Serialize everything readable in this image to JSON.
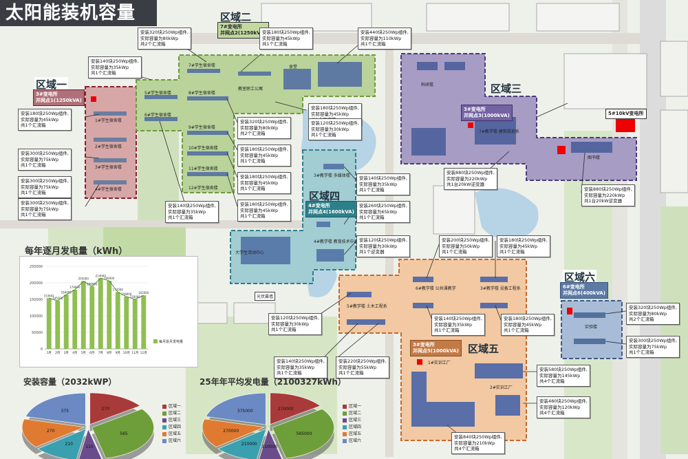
{
  "title": "太阳能装机容量",
  "zones": {
    "z1": "区域一",
    "z2": "区域二",
    "z3": "区域三",
    "z4": "区域四",
    "z5": "区域五",
    "z6": "区域六"
  },
  "substations": {
    "s1": [
      "3#变电所",
      "并网点1(1250kVA)"
    ],
    "s2": [
      "7#变电所",
      "并网点2(1250kVA)"
    ],
    "s3": [
      "3#变电所",
      "并网点3(1000kVA)"
    ],
    "s4": [
      "4#变电所",
      "并网点4(1600kVA)"
    ],
    "s5": [
      "3#变电所",
      "并网点5(1000kVA)"
    ],
    "s6": [
      "6#变电所",
      "并网点6(400kVA)"
    ],
    "s7": "5#10kV变电所"
  },
  "callouts": {
    "c1": [
      "安装140块250Wp组件,",
      "实际容量为35kWp",
      "共1个汇流箱"
    ],
    "c2": [
      "安装320块250Wp组件,",
      "实际容量为80kWp",
      "共2个汇流箱"
    ],
    "c3": [
      "安装180块250Wp组件,",
      "实际容量为45kWp",
      "共1个汇流箱"
    ],
    "c4": [
      "安装440块250Wp组件,",
      "实际容量为110kWp",
      "共1个汇流箱"
    ],
    "c5": [
      "安装180块250Wp组件,",
      "实际容量为45kWp",
      "共1个汇流箱"
    ],
    "c6": [
      "安装300块250Wp组件,",
      "实际容量为75kWp",
      "共1个汇流箱"
    ],
    "c7": [
      "安装300块250Wp组件,",
      "实际容量为75kWp",
      "共1个汇流箱"
    ],
    "c8": [
      "安装180块250Wp组件,",
      "实际容量为45kWp",
      "共1个汇流箱"
    ],
    "c9": [
      "安装320块250Wp组件,",
      "实际容量为80kWp",
      "共2个汇流箱"
    ],
    "c10": [
      "安装180块250Wp组件,",
      "实际容量为45kWp",
      "共1个汇流箱"
    ],
    "c11": [
      "安装180块250Wp组件,",
      "实际容量为45kWp",
      "共1个汇流箱"
    ],
    "c12": [
      "安装180块250Wp组件,",
      "实际容量为45kWp",
      "共1个汇流箱"
    ],
    "c13": [
      "安装140块250Wp组件,",
      "实际容量为35kWp",
      "共1个汇流箱"
    ],
    "c14": [
      "安装120块250Wp组件,",
      "实际容量为30kWp",
      "共1个汇流箱"
    ],
    "c15": [
      "安装880块250Wp组件,",
      "实际容量为220kWp",
      "共1台20kW逆变器"
    ],
    "c16": [
      "安装880块250Wp组件,",
      "实际容量为220kWp",
      "共1台20kW逆变器"
    ],
    "c17": [
      "安装140块250Wp组件,",
      "实际容量为35kWp",
      "共1个汇流箱"
    ],
    "c18": [
      "安装260块250Wp组件,",
      "实际容量为65kWp",
      "共1个汇流箱"
    ],
    "c19": [
      "安装120块250Wp组件,",
      "实际容量为30kWp",
      "共1个逆变器"
    ],
    "c20": [
      "安装200块250Wp组件,",
      "实际容量为50kWp",
      "共1个汇流箱"
    ],
    "c21": [
      "安装180块250Wp组件,",
      "实际容量为45kWp",
      "共1个汇流箱"
    ],
    "c22": [
      "安装140块250Wp组件,",
      "实际容量为35kWp",
      "共1个汇流箱"
    ],
    "c23": [
      "安装180块250Wp组件,",
      "实际容量为45kWp",
      "共1个汇流箱"
    ],
    "c24": [
      "安装120块250Wp组件,",
      "实际容量为30kWp",
      "共1个汇流箱"
    ],
    "c25": [
      "安装140块250Wp组件,",
      "实际容量为35kWp",
      "共1个汇流箱"
    ],
    "c26": [
      "安装220块250Wp组件,",
      "实际容量为55kWp",
      "共1个汇流箱"
    ],
    "c27": [
      "安装580块250Wp组件,",
      "实际容量为145kWp",
      "共4个汇流箱"
    ],
    "c28": [
      "安装480块250Wp组件,",
      "实际容量为120kWp",
      "共4个汇流箱"
    ],
    "c29": [
      "安装840块250Wp组件,",
      "实际容量为210kWp",
      "共4个汇流箱"
    ],
    "c30": [
      "安装320块250Wp组件,",
      "实际容量为80kWp",
      "共2个汇流箱"
    ],
    "c31": [
      "安装300块250Wp组件,",
      "实际容量为75kWp",
      "共1个汇流箱"
    ],
    "c32": [
      "安装300块250Wp组件,",
      "实际容量为75kWp",
      "共1个汇流箱"
    ]
  },
  "buildings": {
    "b1": "1#学生宿舍楼",
    "b2": "2#学生宿舍楼",
    "b3": "3#学生宿舍楼",
    "b4": "4#学生宿舍楼",
    "b5": "5#学生宿舍楼",
    "b6": "6#学生宿舍楼",
    "b7": "7#学生宿舍楼",
    "b8": "8#学生宿舍楼",
    "b9": "9#学生宿舍楼",
    "b10": "10#学生宿舍楼",
    "b11": "11#学生宿舍楼",
    "b12": "12#学生宿舍楼",
    "b13": "食堂",
    "b14": "教室职工公寓",
    "b15": "科研楼",
    "b16": "7#教学楼 建筑规划系",
    "b17": "图书楼",
    "b18": "3#教学楼 多媒体楼",
    "b19": "4#教学楼 教育技术中心",
    "b20": "大学生活动中心",
    "b21": "光伏幕墙",
    "b22": "5#教学楼 土木工程系",
    "b23": "6#教学楼 公共课教学",
    "b24": "3#教学楼 设备工程系",
    "b25": "1#实训工厂",
    "b26": "2#实训工厂",
    "b27": "实验楼"
  },
  "chart_data": [
    {
      "type": "bar",
      "title": "每年逐月发电量（kWh）",
      "categories": [
        "1月",
        "2月",
        "3月",
        "4月",
        "5月",
        "6月",
        "7月",
        "8月",
        "9月",
        "10月",
        "11月",
        "12月"
      ],
      "values": [
        153641,
        145500,
        164000,
        179000,
        205000,
        189000,
        214000,
        206000,
        172000,
        158000,
        150000,
        162000
      ],
      "ylim": [
        0,
        250000
      ],
      "yticks": [
        "0",
        "50000",
        "100000",
        "150000",
        "200000",
        "250000"
      ],
      "legend": [
        "每月逐月发电量"
      ],
      "colors": {
        "bar": "#8fbf52",
        "line": "#3c7a1c"
      }
    },
    {
      "type": "pie",
      "title": "安装容量（2032kWP）",
      "values": [
        270,
        565,
        110,
        210,
        270,
        375
      ],
      "labels": [
        "270",
        "565",
        "110",
        "210",
        "270",
        "375"
      ],
      "legend": [
        "区域一",
        "区域二",
        "区域三",
        "区域四",
        "区域五",
        "区域六"
      ],
      "colors": [
        "#a93a3a",
        "#6e9e3a",
        "#6a4c8c",
        "#3aa0b0",
        "#e07a30",
        "#6b8ac4"
      ]
    },
    {
      "type": "pie",
      "title": "25年年平均发电量（2100327kWh）",
      "values": [
        270000,
        565000,
        110000,
        210000,
        270000,
        375000
      ],
      "labels": [
        "270000",
        "565000",
        "110000",
        "210000",
        "270000",
        "375000"
      ],
      "legend": [
        "区域一",
        "区域二",
        "区域三",
        "区域四",
        "区域五",
        "区域六"
      ],
      "colors": [
        "#a93a3a",
        "#6e9e3a",
        "#6a4c8c",
        "#3aa0b0",
        "#e07a30",
        "#6b8ac4"
      ]
    }
  ]
}
